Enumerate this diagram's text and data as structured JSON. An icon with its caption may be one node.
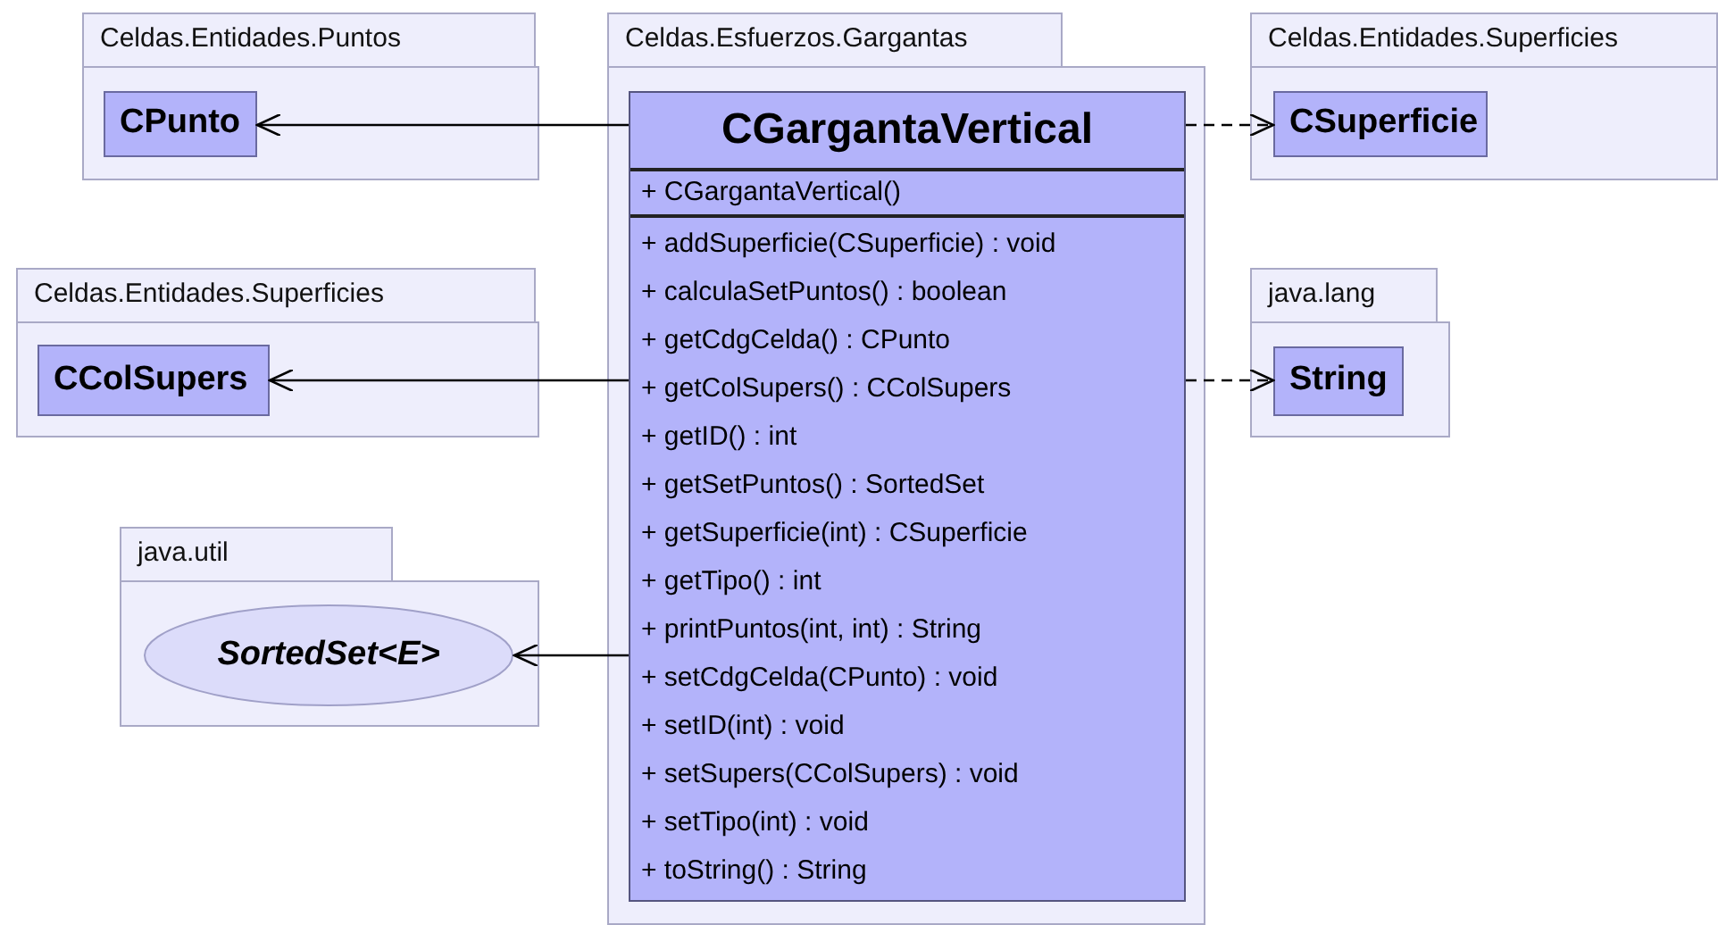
{
  "diagram": {
    "nodes": [
      {
        "text": [
          "Celdas.Entidades.Puntos"
        ]
      },
      {
        "text": [
          "CPunto"
        ],
        "in": 0
      },
      {
        "text": [
          "Celdas.Esfuerzos.Gargantas"
        ]
      },
      {
        "text": [
          "CGargantaVertical",
          "+ CGargantaVertical()",
          "+ addSuperficie(CSuperficie) : void",
          "+ calculaSetPuntos() : boolean",
          "+ getCdgCelda() : CPunto",
          "+ getColSupers() : CColSupers",
          "+ getID() : int",
          "+ getSetPuntos() : SortedSet",
          "+ getSuperficie(int) : CSuperficie",
          "+ getTipo() : int",
          "+ printPuntos(int, int) : String",
          "+ setCdgCelda(CPunto) : void",
          "+ setID(int) : void",
          "+ setSupers(CColSupers) : void",
          "+ setTipo(int) : void",
          "+ toString() : String"
        ],
        "in": 2
      },
      {
        "text": [
          "Celdas.Entidades.Superficies"
        ]
      },
      {
        "text": [
          "CSuperficie"
        ],
        "in": 4
      },
      {
        "text": [
          "Celdas.Entidades.Superficies"
        ]
      },
      {
        "text": [
          "CColSupers"
        ],
        "in": 6
      },
      {
        "text": [
          "java.lang"
        ]
      },
      {
        "text": [
          "String"
        ],
        "in": 8
      },
      {
        "text": [
          "java.util"
        ]
      },
      {
        "text": [
          "SortedSet<E>"
        ],
        "in": 10
      }
    ],
    "edges": [
      {
        "from": 3,
        "to": 1,
        "arrow": "to"
      },
      {
        "from": 3,
        "to": 5,
        "arrow": "to",
        "style": "dashed"
      },
      {
        "from": 3,
        "to": 7,
        "arrow": "to"
      },
      {
        "from": 3,
        "to": 9,
        "arrow": "to",
        "style": "dashed"
      },
      {
        "from": 3,
        "to": 11,
        "arrow": "to"
      }
    ]
  }
}
